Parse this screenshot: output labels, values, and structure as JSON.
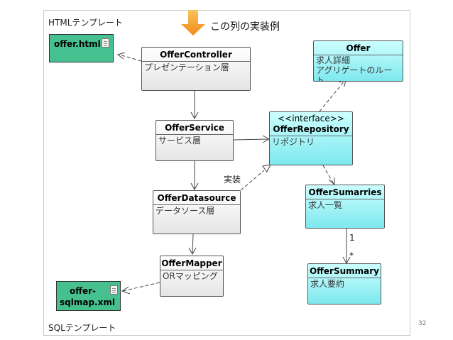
{
  "labels": {
    "html_template": "HTMLテンプレート",
    "sql_template": "SQLテンプレート",
    "impl_note": "この列の実装例",
    "implements": "実装",
    "mult_one": "1",
    "mult_many": "*",
    "page_number": "32"
  },
  "files": {
    "offer_html": "offer.html",
    "offer_sqlmap_line1": "offer-",
    "offer_sqlmap_line2": "sqlmap.xml"
  },
  "boxes": {
    "offer_controller": {
      "name": "OfferController",
      "desc": "プレゼンテーション層"
    },
    "offer_service": {
      "name": "OfferService",
      "desc": "サービス層"
    },
    "offer_datasource": {
      "name": "OfferDatasource",
      "desc": "データソース層"
    },
    "offer_mapper": {
      "name": "OfferMapper",
      "desc": "ORマッピング"
    },
    "offer": {
      "name": "Offer",
      "desc1": "求人詳細",
      "desc2": "アグリゲートのルート"
    },
    "offer_repository": {
      "stereotype": "<<interface>>",
      "name": "OfferRepository",
      "desc": "リポジトリ"
    },
    "offer_sumarries": {
      "name": "OfferSumarries",
      "desc": "求人一覧"
    },
    "offer_summary": {
      "name": "OfferSummary",
      "desc": "求人要約"
    }
  },
  "colors": {
    "file_green": "#47c08f",
    "class_cyan": "#7ee8ee",
    "arrow_orange": "#f5a623"
  }
}
